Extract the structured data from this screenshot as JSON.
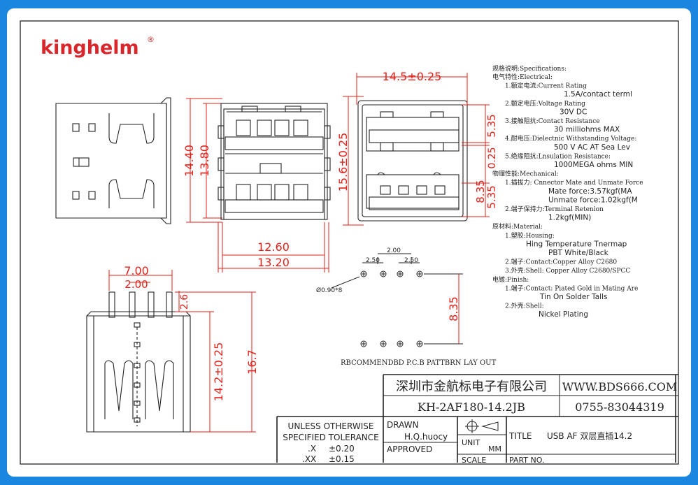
{
  "brand": {
    "logo_text": "kinghelm",
    "registered_mark": "®",
    "logo_color": "#d9262b"
  },
  "colors": {
    "frame": "#1a86e0",
    "sheet": "#ffffff",
    "line": "#222222",
    "dimension": "#e0221a"
  },
  "dimensions": {
    "top_width": "14.5±0.25",
    "front_h1": "14.40",
    "front_h2": "13.80",
    "front_w1": "12.60",
    "front_w2": "13.20",
    "mid_height": "15.6±0.25",
    "port_h1": "5.35",
    "gap": "0.25",
    "pitch_v": "8.35",
    "port_h2": "5.35",
    "side_w": "7.00",
    "pin_spacing": "2.00",
    "pin_len": "2.6",
    "body_len": "14.2±0.25",
    "total_len": "16.7"
  },
  "pcb": {
    "pitch_total": "2.00",
    "pitch_left": "2.50",
    "pitch_right": "2.50",
    "hole_note": "Ø0.90*8",
    "row_spacing": "8.35",
    "caption": "RBCOMMENDBD P.C.B PATTBRN LAY OUT"
  },
  "specs": {
    "heading": "规格说明:Specifications:",
    "lines": [
      {
        "text": "电气特性:Electrical:",
        "style": "cn"
      },
      {
        "text": "1.额定电流:Current Rating",
        "style": "cn",
        "indent": 1
      },
      {
        "text": "1.5A/contact terml",
        "style": "val"
      },
      {
        "text": "2.额定电压:Voltage Rating",
        "style": "cn",
        "indent": 1
      },
      {
        "text": "30V DC",
        "style": "val"
      },
      {
        "text": "3.接触阻抗:Contact Resistance",
        "style": "cn",
        "indent": 1
      },
      {
        "text": "30 milliohms MAX",
        "style": "val"
      },
      {
        "text": "4.耐电压:Dielectnic Withstanding Voltage:",
        "style": "cn",
        "indent": 1
      },
      {
        "text": "500 V AC AT Sea Lev",
        "style": "val"
      },
      {
        "text": "5.绝缘阻抗:Lnsulation Resistance:",
        "style": "cn",
        "indent": 1
      },
      {
        "text": "1000MEGA ohms MIN",
        "style": "val"
      },
      {
        "text": "物理性能:Mechanical:",
        "style": "cn"
      },
      {
        "text": "1.插拔力: Cnnector Mate and Unmate Force",
        "style": "cn",
        "indent": 1
      },
      {
        "text": "Mate force:3.57kgf(MA",
        "style": "val"
      },
      {
        "text": "Unmate force:1.02kgf(M",
        "style": "val"
      },
      {
        "text": "2.端子保持力:Terminal Retenion",
        "style": "cn",
        "indent": 1
      },
      {
        "text": "1.2kgf(MIN)",
        "style": "val2"
      },
      {
        "text": "原材料:Material:",
        "style": "cn"
      },
      {
        "text": "1.塑胶:Housing:",
        "style": "cn",
        "indent": 1
      },
      {
        "text": "Hing Temperature  Tnermap",
        "style": "val3"
      },
      {
        "text": "PBT White/Black",
        "style": "val"
      },
      {
        "text": "2.端子:Contact:Copper Alloy C2680",
        "style": "cn",
        "indent": 1
      },
      {
        "text": "3.外壳:Shell: Copper Alloy C2680/SPCC",
        "style": "cn",
        "indent": 1
      },
      {
        "text": "电镀:Finish:",
        "style": "cn"
      },
      {
        "text": "1.端子:Contact: Piated Gold in Mating Are",
        "style": "cn",
        "indent": 1
      },
      {
        "text": "Tin On Solder Talls",
        "style": "val"
      },
      {
        "text": "2.外壳:Shell:",
        "style": "cn",
        "indent": 1
      },
      {
        "text": "Nickel Plating",
        "style": "val4"
      }
    ]
  },
  "title_block": {
    "company": "深圳市金航标电子有限公司",
    "website": "WWW.BDS666.COM",
    "part_code": "KH-2AF180-14.2JB",
    "phone": "0755-83044319",
    "tolerance_header1": "UNLESS  OTHERWISE",
    "tolerance_header2": "SPECIFIED  TOLERANCE",
    "tol_x_label": ".X",
    "tol_x_value": "±0.20",
    "tol_xx_label": ".XX",
    "tol_xx_value": "±0.15",
    "drawn_label": "DRAWN",
    "drawn_by": "H.Q.huocy",
    "approved_label": "APPROVED",
    "unit_label": "UNIT",
    "unit_value": "MM",
    "scale_label": "SCALE",
    "title_label": "TITLE",
    "title_value": "USB AF  双层直插14.2",
    "part_no_label": "PART NO."
  }
}
